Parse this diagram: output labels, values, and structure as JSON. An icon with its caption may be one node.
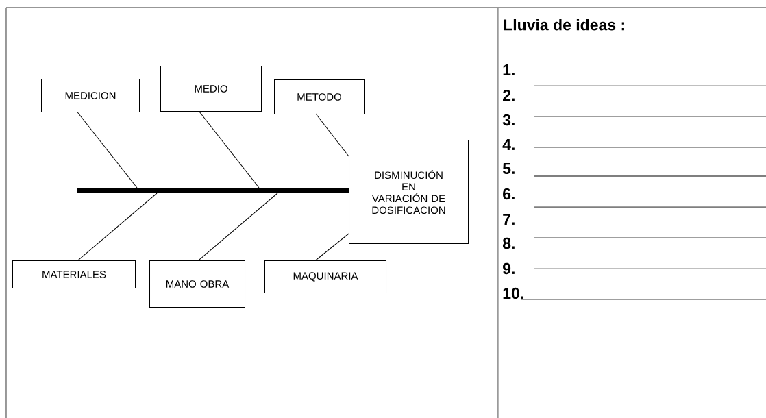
{
  "diagram": {
    "title": "Lluvia de ideas :",
    "nodes": [
      {
        "text": [
          "MEDICION"
        ]
      },
      {
        "text": [
          "MEDIO"
        ]
      },
      {
        "text": [
          "METODO"
        ]
      },
      {
        "text": [
          "DISMINUCIÓN EN VARIACIÓN DE DOSIFICACION"
        ]
      },
      {
        "text": [
          "MATERIALES"
        ]
      },
      {
        "text": [
          "MANO OBRA"
        ]
      },
      {
        "text": [
          "MAQUINARIA"
        ]
      }
    ],
    "edges": [
      {
        "from": null,
        "to": 3,
        "arrow": "none",
        "style": "thick"
      },
      {
        "from": 0,
        "to": null,
        "arrow": "none"
      },
      {
        "from": 1,
        "to": null,
        "arrow": "none"
      },
      {
        "from": 2,
        "to": 3,
        "arrow": "none"
      },
      {
        "from": 4,
        "to": null,
        "arrow": "none"
      },
      {
        "from": 5,
        "to": null,
        "arrow": "none"
      },
      {
        "from": 6,
        "to": 3,
        "arrow": "none"
      }
    ],
    "labels": [
      "1.",
      "2.",
      "3.",
      "4.",
      "5.",
      "6.",
      "7.",
      "8.",
      "9.",
      "10."
    ]
  }
}
